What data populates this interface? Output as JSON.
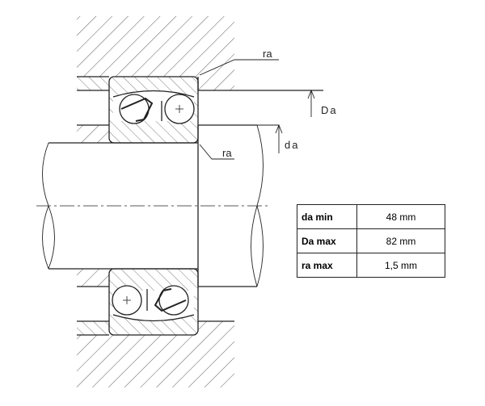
{
  "labels": {
    "ra_top": "ra",
    "ra_bottom": "ra",
    "Da": "Da",
    "da": "da"
  },
  "table": [
    {
      "key": "da min",
      "value": "48 mm"
    },
    {
      "key": "Da max",
      "value": "82 mm"
    },
    {
      "key": "ra max",
      "value": "1,5 mm"
    }
  ]
}
